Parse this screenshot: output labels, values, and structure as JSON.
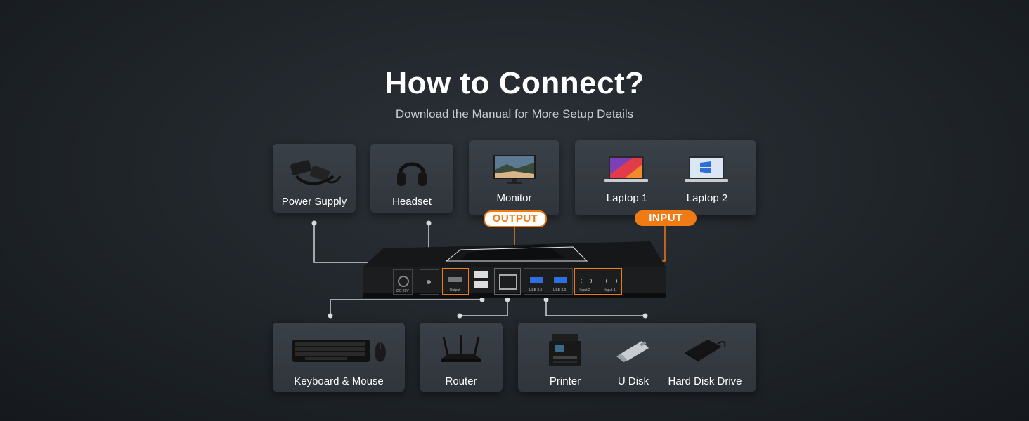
{
  "title": "How to Connect?",
  "subtitle": "Download the Manual for More Setup Details",
  "colors": {
    "accent": "#f07a14",
    "card": "#353b41",
    "wire": "#cfd3d6"
  },
  "top_cards": {
    "power_supply": "Power Supply",
    "headset": "Headset",
    "monitor": "Monitor",
    "laptop1": "Laptop 1",
    "laptop2": "Laptop 2"
  },
  "badges": {
    "output": "OUTPUT",
    "input": "INPUT"
  },
  "device": {
    "port_dc": "DC 20V",
    "port_output": "Output",
    "port_usb1": "USB 3.0",
    "port_usb2": "USB 3.0",
    "port_input2": "Input 2",
    "port_input1": "Input 1"
  },
  "bottom_cards": {
    "keyboard_mouse": "Keyboard & Mouse",
    "router": "Router",
    "printer": "Printer",
    "udisk": "U Disk",
    "hdd": "Hard Disk Drive"
  }
}
